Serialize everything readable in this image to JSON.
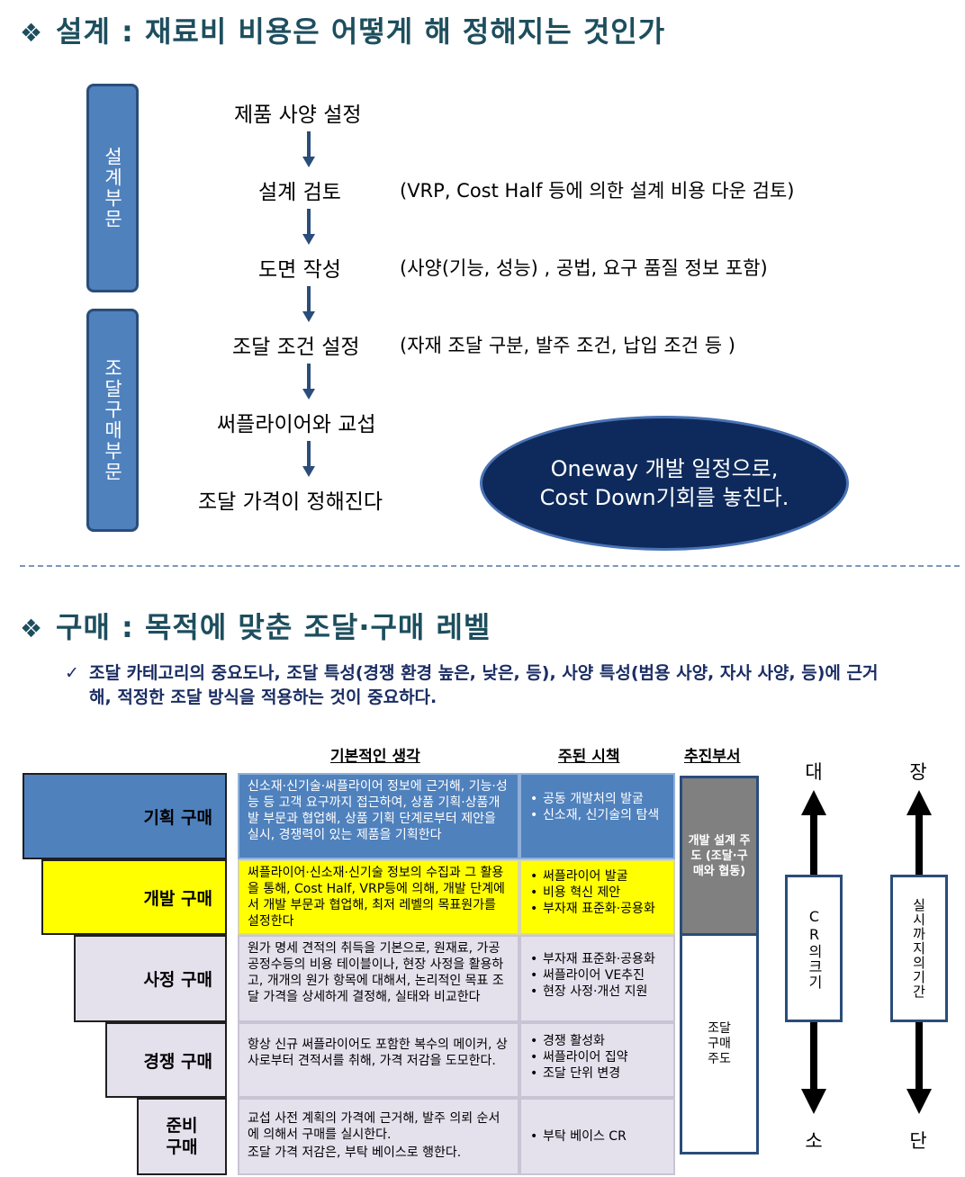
{
  "section1": {
    "title": "설계 : 재료비 비용은 어떻게 해 정해지는 것인가",
    "depts": [
      "설계부문",
      "조달구매부문"
    ],
    "steps": [
      "제품 사양 설정",
      "설계 검토",
      "도면 작성",
      "조달 조건 설정",
      "써플라이어와 교섭",
      "조달 가격이 정해진다"
    ],
    "notes": [
      "(VRP, Cost Half 등에 의한 설계 비용 다운 검토)",
      "(사양(기능, 성능) , 공법, 요구 품질 정보 포함)",
      "(자재 조달 구분, 발주 조건, 납입 조건 등 )"
    ],
    "callout": [
      "Oneway 개발 일정으로,",
      "Cost Down기회를 놓친다."
    ]
  },
  "section2": {
    "title": "구매 : 목적에 맞춘 조달·구매 레벨",
    "check_text": "조달 카테고리의 중요도나, 조달 특성(경쟁 환경 높은, 낮은, 등), 사양 특성(범용 사양, 자사 사양, 등)에 근거해, 적정한 조달 방식을 적용하는 것이 중요하다.",
    "columns": [
      "기본적인 생각",
      "주된 시책",
      "추진부서"
    ],
    "levels": [
      {
        "name": "기획 구매",
        "desc": "신소재·신기술·써플라이어 정보에 근거해, 기능·성능 등 고객 요구까지 접근하여, 상품 기획·상품개발 부문과 협업해, 상품 기획 단계로부터 제안을 실시, 경쟁력이 있는 제품을 기획한다",
        "measures": [
          "공동 개발처의 발굴",
          "신소재, 신기술의 탐색"
        ]
      },
      {
        "name": "개발 구매",
        "desc": "써플라이어·신소재·신기술 정보의 수집과 그 활용을 통해, Cost Half, VRP등에 의해, 개발 단계에서 개발 부문과 협업해, 최저 레벨의 목표원가를 설정한다",
        "measures": [
          "써플라이어 발굴",
          "비용 혁신 제안",
          "부자재 표준화·공용화"
        ]
      },
      {
        "name": "사정 구매",
        "desc": "원가 명세 견적의 취득을 기본으로, 원재료, 가공 공정수등의 비용 테이블이나, 현장 사정을 활용하고, 개개의 원가 항목에 대해서, 논리적인 목표 조달 가격을 상세하게 결정해, 실태와 비교한다",
        "measures": [
          "부자재 표준화·공용화",
          "써플라이어 VE추진",
          "현장 사정·개선 지원"
        ]
      },
      {
        "name": "경쟁 구매",
        "desc": "항상 신규 써플라이어도 포함한 복수의 메이커, 상사로부터 견적서를 취해, 가격 저감을 도모한다.",
        "measures": [
          "경쟁 활성화",
          "써플라이어 집약",
          "조달 단위 변경"
        ]
      },
      {
        "name": "준비 구매",
        "desc": "교섭 사전 계획의 가격에 근거해, 발주 의뢰 순서에 의해서 구매를 실시한다.",
        "desc2": "조달 가격 저감은, 부탁 베이스로 행한다.",
        "measures": [
          "부탁 베이스 CR"
        ]
      }
    ],
    "departments": [
      "개발 설계 주도 (조달·구매와 협동)",
      "조달 구매 주도"
    ],
    "axis1": {
      "top": "대",
      "bottom": "소",
      "label": "CR의크기"
    },
    "axis2": {
      "top": "장",
      "bottom": "단",
      "label": "실시까지의기간"
    }
  },
  "colors": {
    "heading": "#1d4e5e",
    "dept_blue": "#4f81bd",
    "navy": "#0e2a5c",
    "yellow": "#ffff00",
    "lavender": "#e4e0ec",
    "gray": "#808080"
  }
}
